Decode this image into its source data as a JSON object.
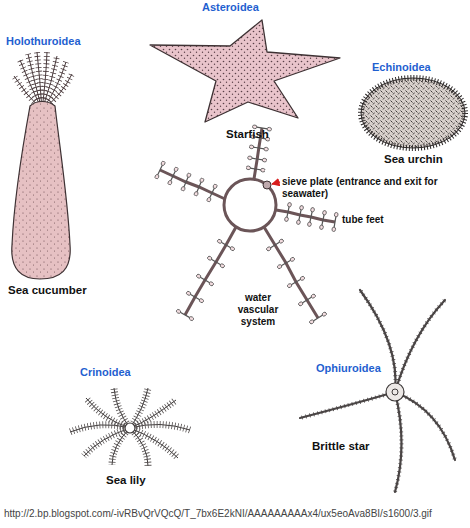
{
  "diagram": {
    "labels": [
      "Holothuroidea",
      "Asteroidea",
      "Echinoidea",
      "Starfish",
      "Sea urchin",
      "sieve plate (entrance and exit for seawater)",
      "tube feet",
      "water vascular system",
      "Sea cucumber",
      "Crinoidea",
      "Ophiuroidea",
      "Sea lily",
      "Brittle star",
      "http://2.bp.blogspot.com/-ivRBvQrVQcQ/T_7bx6E2kNI/AAAAAAAAAx4/ux5eoAva8BI/s1600/3.gif"
    ]
  }
}
